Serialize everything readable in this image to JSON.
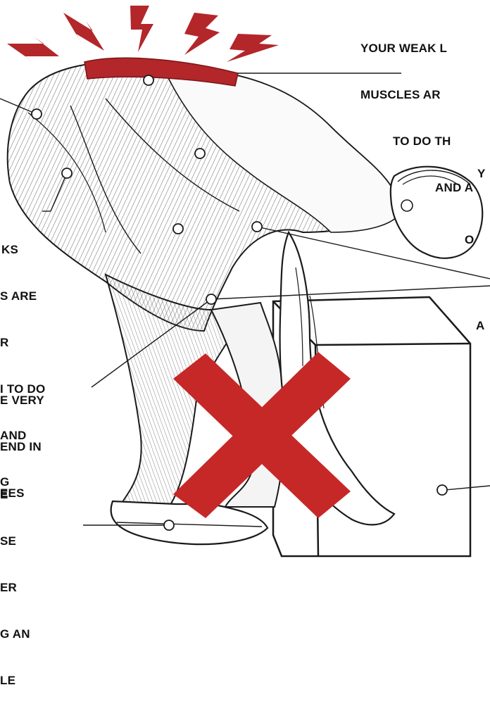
{
  "colors": {
    "accent": "#c62828",
    "ink": "#1a1a1a",
    "paper": "#ffffff"
  },
  "labels": {
    "top_right": [
      "YOUR WEAK L",
      "MUSCLES AR",
      "TO DO TH",
      "AND A"
    ],
    "right_y": "Y",
    "right_o": "O",
    "right_a": "A",
    "left_1": [
      "KS",
      "S ARE",
      "R",
      "I TO DO",
      "AND",
      "G"
    ],
    "left_2": [
      "E VERY",
      "END IN",
      "EES"
    ],
    "left_3": [
      "E",
      "SE",
      "ER",
      "G AN",
      "LE"
    ]
  },
  "icons": {
    "pain": "pain-burst-icon",
    "wrong": "wrong-x-icon"
  }
}
